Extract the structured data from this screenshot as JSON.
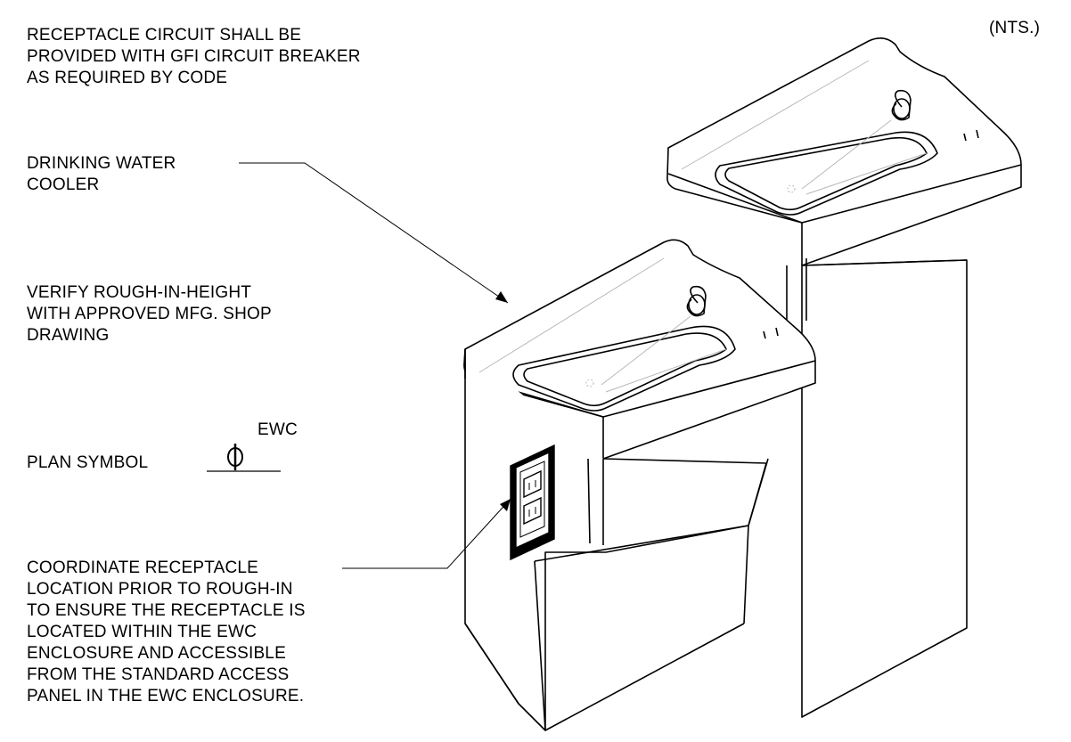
{
  "scale_note": "(NTS.)",
  "notes": {
    "gfi": [
      "RECEPTACLE CIRCUIT SHALL BE",
      "PROVIDED WITH GFI CIRCUIT BREAKER",
      "AS REQUIRED BY CODE"
    ],
    "cooler": [
      "DRINKING WATER",
      "COOLER"
    ],
    "rough_in": [
      "VERIFY ROUGH-IN-HEIGHT",
      "WITH APPROVED MFG. SHOP",
      "DRAWING"
    ],
    "coordinate": [
      "COORDINATE RECEPTACLE",
      "LOCATION PRIOR TO ROUGH-IN",
      "TO ENSURE THE RECEPTACLE IS",
      "LOCATED WITHIN THE EWC",
      "ENCLOSURE AND ACCESSIBLE",
      "FROM THE STANDARD ACCESS",
      "PANEL IN THE EWC ENCLOSURE."
    ]
  },
  "plan_symbol": {
    "label": "PLAN SYMBOL",
    "tag": "EWC"
  },
  "colors": {
    "line": "#000000",
    "thin": "#b8b8b8",
    "background": "#ffffff"
  }
}
